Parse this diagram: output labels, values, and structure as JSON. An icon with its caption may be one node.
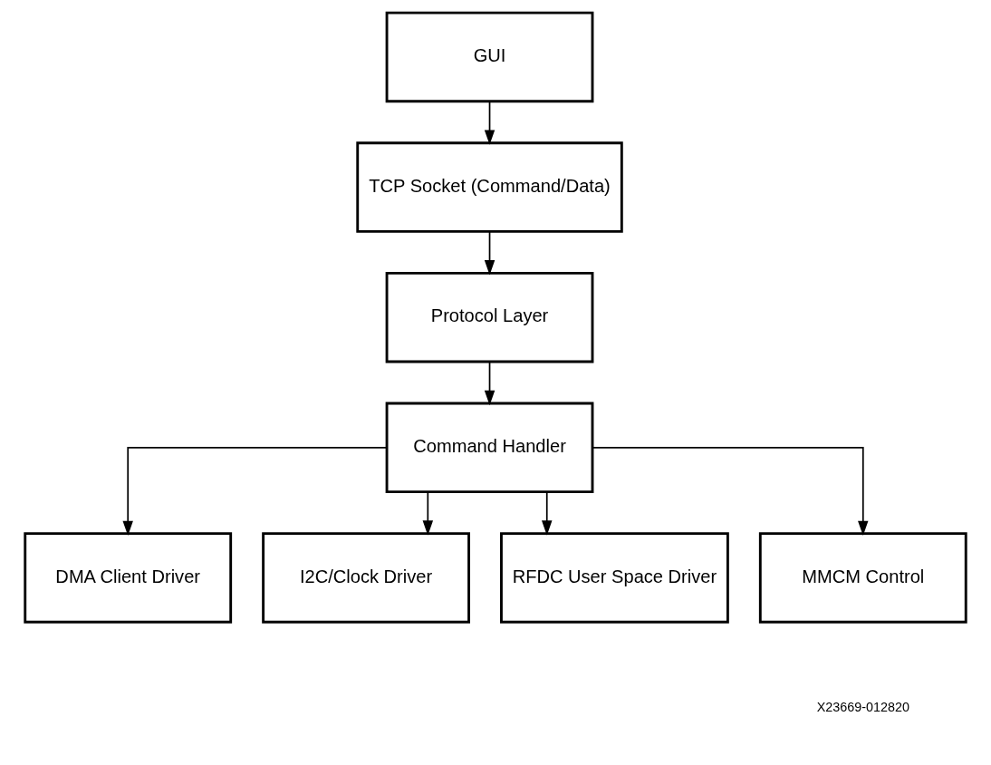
{
  "diagram": {
    "nodes": [
      {
        "text": [
          "GUI"
        ]
      },
      {
        "text": [
          "TCP Socket (Command/Data)"
        ]
      },
      {
        "text": [
          "Protocol Layer"
        ]
      },
      {
        "text": [
          "Command Handler"
        ]
      },
      {
        "text": [
          "DMA Client Driver"
        ]
      },
      {
        "text": [
          "I2C/Clock Driver"
        ]
      },
      {
        "text": [
          "RFDC User Space Driver"
        ]
      },
      {
        "text": [
          "MMCM Control"
        ]
      }
    ],
    "edges": [
      {
        "from": 0,
        "to": 1,
        "arrow": "to"
      },
      {
        "from": 1,
        "to": 2,
        "arrow": "to"
      },
      {
        "from": 2,
        "to": 3,
        "arrow": "to"
      },
      {
        "from": 3,
        "to": 4,
        "arrow": "to"
      },
      {
        "from": 3,
        "to": 5,
        "arrow": "to"
      },
      {
        "from": 3,
        "to": 6,
        "arrow": "to"
      },
      {
        "from": 3,
        "to": 7,
        "arrow": "to"
      }
    ],
    "labels": [
      "X23669-012820"
    ]
  }
}
